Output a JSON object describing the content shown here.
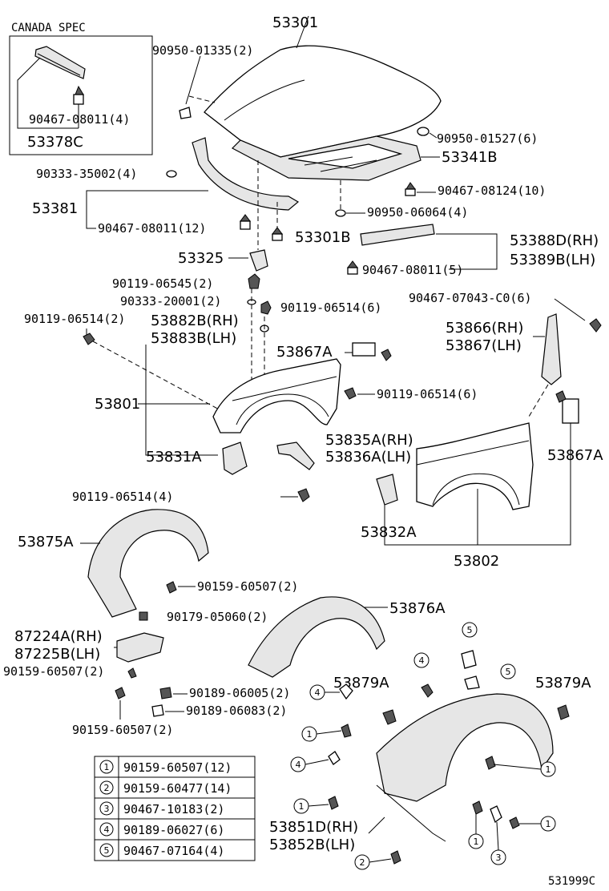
{
  "canada_spec": {
    "title": "CANADA SPEC",
    "part_bolt": "90467-08011(4)",
    "part_main": "53378C"
  },
  "labels": {
    "l53301": "53301",
    "l9095001335": "90950-01335(2)",
    "l9095001527": "90950-01527(6)",
    "l53341B": "53341B",
    "l9033335002": "90333-35002(4)",
    "l9046708124": "90467-08124(10)",
    "l53381": "53381",
    "l9095006064": "90950-06064(4)",
    "l9046708011_12": "90467-08011(12)",
    "l53301B": "53301B",
    "l53388D": "53388D(RH)",
    "l53389B": "53389B(LH)",
    "l53325": "53325",
    "l9046708011_5": "90467-08011(5)",
    "l9011906545": "90119-06545(2)",
    "l9033320001": "90333-20001(2)",
    "l9011906514_6a": "90119-06514(6)",
    "l9046707043": "90467-07043-C0(6)",
    "l9011906514_2": "90119-06514(2)",
    "l53882B": "53882B(RH)",
    "l53883B": "53883B(LH)",
    "l53866": "53866(RH)",
    "l53867": "53867(LH)",
    "l53867A_a": "53867A",
    "l53801": "53801",
    "l9011906514_6b": "90119-06514(6)",
    "l53835A": "53835A(RH)",
    "l53836A": "53836A(LH)",
    "l53831A": "53831A",
    "l53867A_b": "53867A",
    "l9011906514_4": "90119-06514(4)",
    "l53875A": "53875A",
    "l53832A": "53832A",
    "l53802": "53802",
    "l9015960507_2a": "90159-60507(2)",
    "l53876A": "53876A",
    "l9017905060": "90179-05060(2)",
    "l87224A": "87224A(RH)",
    "l87225B": "87225B(LH)",
    "l9015960507_2b": "90159-60507(2)",
    "l53879A_a": "53879A",
    "l53879A_b": "53879A",
    "l9018906005": "90189-06005(2)",
    "l9018906083": "90189-06083(2)",
    "l9015960507_2c": "90159-60507(2)",
    "l53851D": "53851D(RH)",
    "l53852B": "53852B(LH)",
    "fig_no": "531999C"
  },
  "legend": [
    {
      "num": "1",
      "part": "90159-60507(12)"
    },
    {
      "num": "2",
      "part": "90159-60477(14)"
    },
    {
      "num": "3",
      "part": "90467-10183(2)"
    },
    {
      "num": "4",
      "part": "90189-06027(6)"
    },
    {
      "num": "5",
      "part": "90467-07164(4)"
    }
  ],
  "callouts": [
    "1",
    "2",
    "3",
    "4",
    "5"
  ]
}
